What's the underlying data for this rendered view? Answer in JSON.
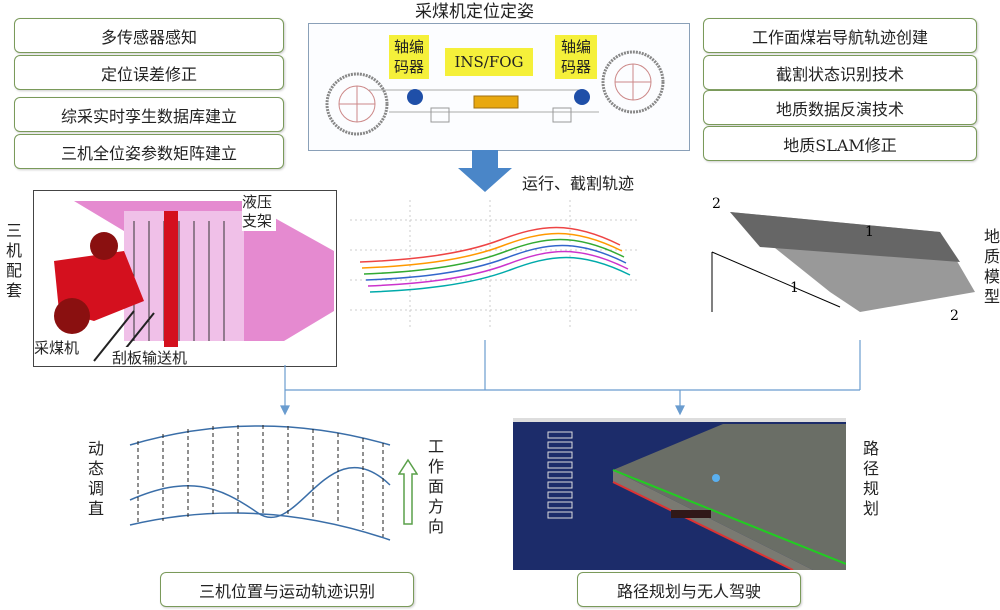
{
  "left_boxes": [
    "多传感器感知",
    "定位误差修正",
    "综采实时孪生数据库建立",
    "三机全位姿参数矩阵建立"
  ],
  "right_boxes": [
    "工作面煤岩导航轨迹创建",
    "截割状态识别技术",
    "地质数据反演技术",
    "地质SLAM修正"
  ],
  "shearer": {
    "title": "采煤机定位定姿",
    "encoder_left": "轴编码器",
    "ins": "INS/FOG",
    "encoder_right": "轴编码器"
  },
  "arrow_label": "运行、截割轨迹",
  "three_machine": {
    "side_label": "三机配套",
    "support": "液压支架",
    "shearer": "采煤机",
    "conveyor": "刮板输送机"
  },
  "geo": {
    "side_label": "地质模型",
    "marks": [
      "2",
      "1",
      "1",
      "2"
    ]
  },
  "straighten": {
    "left_label": "动态调直",
    "right_label": "工作面方向",
    "box": "三机位置与运动轨迹识别"
  },
  "path": {
    "side_label": "路径规划",
    "box": "路径规划与无人驾驶"
  },
  "colors": {
    "box_border": "#7a9a5a",
    "arrow": "#4a86c8",
    "highlight": "#f5f03a",
    "support": "#e58ad0",
    "shearer_red": "#d4101e"
  }
}
